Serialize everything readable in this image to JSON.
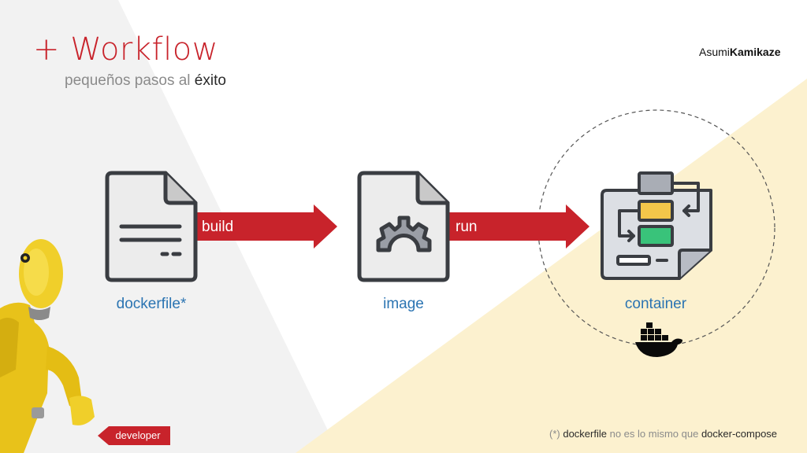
{
  "slide": {
    "title": "+ Workflow",
    "subtitle_light": "pequeños pasos al ",
    "subtitle_dark": "éxito",
    "brand_light": "Asumi",
    "brand_bold": "Kamikaze"
  },
  "workflow": {
    "nodes": [
      {
        "label": "dockerfile*",
        "icon": "document-icon"
      },
      {
        "label": "image",
        "icon": "gear-document-icon"
      },
      {
        "label": "container",
        "icon": "flowchart-document-icon"
      }
    ],
    "arrows": [
      {
        "label": "build"
      },
      {
        "label": "run"
      }
    ],
    "container_logo": "docker-whale-icon"
  },
  "developer": {
    "label": "developer",
    "figure": "crash-test-dummy-figure"
  },
  "footnote": {
    "p1": "(*) ",
    "p2": "dockerfile",
    "p3": " no es lo mismo que ",
    "p4": "docker-compose"
  },
  "colors": {
    "accent_red": "#c8232b",
    "label_blue": "#2b74b2",
    "bg_yellow": "#fcf1cf",
    "bg_gray": "#f2f2f2",
    "icon_stroke": "#3a3d42"
  }
}
